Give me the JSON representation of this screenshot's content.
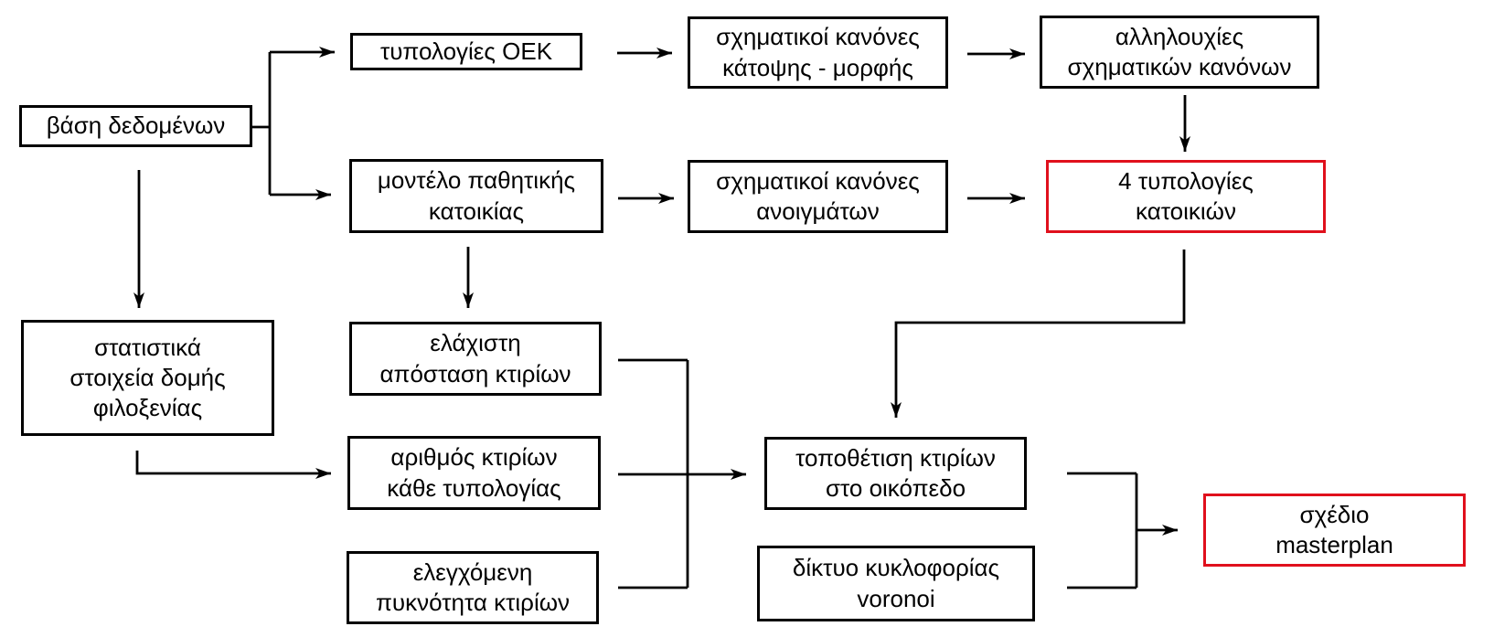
{
  "diagram": {
    "background": "#ffffff",
    "colors": {
      "box_border": "#000000",
      "highlight_border": "#e0101c",
      "text": "#000000",
      "connector": "#000000"
    },
    "nodes": [
      {
        "id": "database",
        "label": "βάση δεδομένων",
        "highlight": false
      },
      {
        "id": "oek-typologies",
        "label": "τυπολογίες ΟΕΚ",
        "highlight": false
      },
      {
        "id": "plan-form-shape-rules",
        "label": "σχηματικοί κανόνες\nκάτοψης - μορφής",
        "highlight": false
      },
      {
        "id": "shape-rule-sequences",
        "label": "αλληλουχίες\nσχηματικών κανόνων",
        "highlight": false
      },
      {
        "id": "passive-house-model",
        "label": "μοντέλο παθητικής\nκατοικίας",
        "highlight": false
      },
      {
        "id": "opening-shape-rules",
        "label": "σχηματικοί κανόνες\nανοιγμάτων",
        "highlight": false
      },
      {
        "id": "four-house-typologies",
        "label": "4 τυπολογίες\nκατοικιών",
        "highlight": true
      },
      {
        "id": "hospitality-statistics",
        "label": "στατιστικά\nστοιχεία δομής\nφιλοξενίας",
        "highlight": false
      },
      {
        "id": "min-building-distance",
        "label": "ελάχιστη\nαπόσταση κτιρίων",
        "highlight": false
      },
      {
        "id": "buildings-per-typology",
        "label": "αριθμός κτιρίων\nκάθε τυπολογίας",
        "highlight": false
      },
      {
        "id": "controlled-density",
        "label": "ελεγχόμενη\nπυκνότητα κτιρίων",
        "highlight": false
      },
      {
        "id": "building-placement",
        "label": "τοποθέτιση κτιρίων\nστο οικόπεδο",
        "highlight": false
      },
      {
        "id": "voronoi-network",
        "label": "δίκτυο κυκλοφορίας\nvoronoi",
        "highlight": false
      },
      {
        "id": "masterplan",
        "label": "σχέδιο\nmasterplan",
        "highlight": true
      }
    ]
  }
}
